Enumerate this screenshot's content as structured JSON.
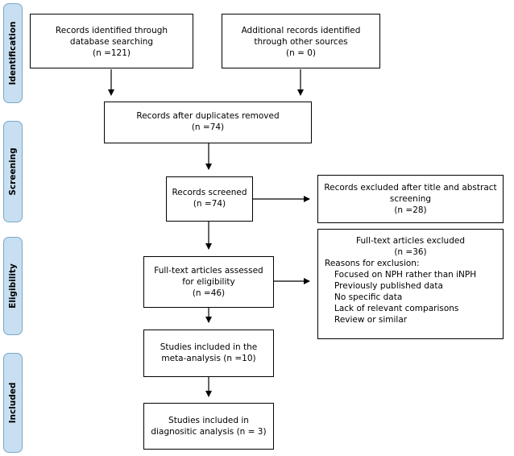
{
  "phases": [
    "Identification",
    "Screening",
    "Eligibility",
    "Included"
  ],
  "boxes": {
    "db_search": [
      "Records identified through",
      "database searching",
      "(n =121)"
    ],
    "other_sources": [
      "Additional records identified",
      "through other sources",
      "(n = 0)"
    ],
    "after_duplicates": [
      "Records after duplicates removed",
      "(n =74)"
    ],
    "screened": [
      "Records screened",
      "(n =74)"
    ],
    "excluded_title": [
      "Records excluded after title and abstract",
      "screening",
      "(n =28)"
    ],
    "fulltext": [
      "Full-text articles assessed",
      "for eligibility",
      "(n =46)"
    ],
    "fulltext_excluded": {
      "title": "Full-text articles excluded",
      "count": "(n =36)",
      "reasons_label": "Reasons for exclusion:",
      "reasons": [
        "Focused on NPH rather than iNPH",
        "Previously published data",
        "No specific data",
        "Lack of relevant comparisons",
        "Review or similar"
      ]
    },
    "meta": [
      "Studies included in the",
      "meta-analysis (n =10)"
    ],
    "diagnostic": [
      "Studies included in",
      "diagnositic analysis (n = 3)"
    ]
  }
}
